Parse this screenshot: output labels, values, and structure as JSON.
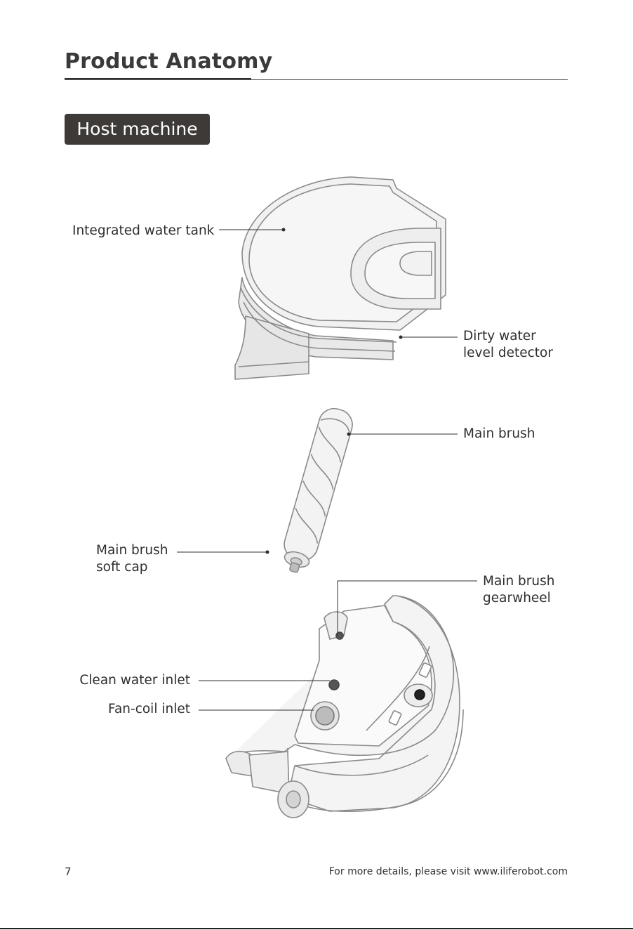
{
  "page": {
    "title": "Product Anatomy",
    "section_badge": "Host machine",
    "page_number": "7",
    "footer": "For more details, please visit www.iliferobot.com"
  },
  "labels": {
    "water_tank": "Integrated water tank",
    "dirty_water": [
      "Dirty water",
      "level detector"
    ],
    "main_brush": "Main brush",
    "brush_cap": [
      "Main brush",
      "soft cap"
    ],
    "gearwheel": [
      "Main brush",
      "gearwheel"
    ],
    "clean_water_inlet": "Clean water inlet",
    "fan_coil_inlet": "Fan-coil inlet"
  },
  "illustrations": {
    "stroke_color": "#8a8a8a",
    "fill_color": "#f1f1f1",
    "accent_color": "#3d3a38"
  }
}
